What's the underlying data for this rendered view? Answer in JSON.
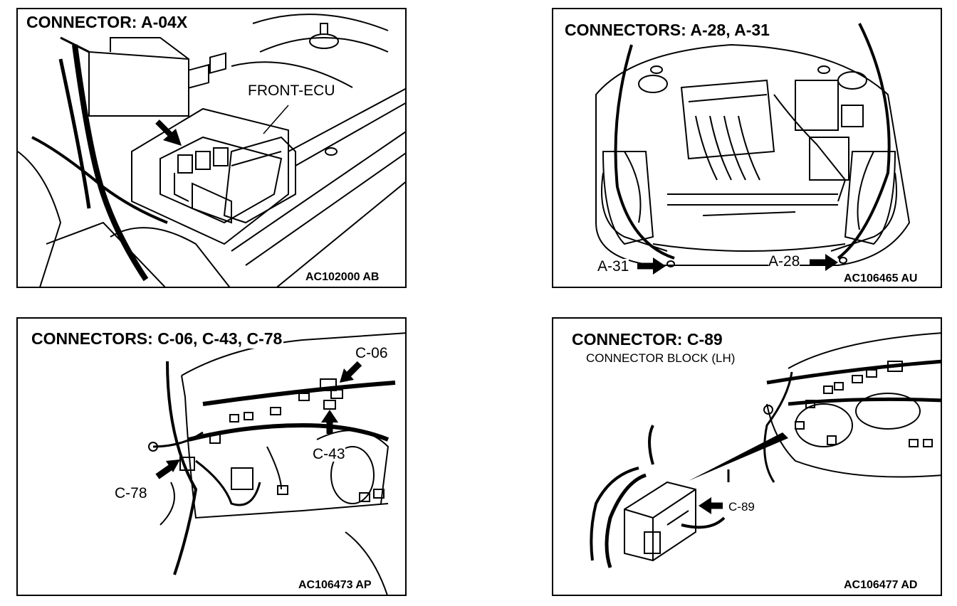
{
  "panels": [
    {
      "title": "CONNECTOR: A-04X",
      "code": "AC102000 AB",
      "callouts": [
        "FRONT-ECU"
      ]
    },
    {
      "title": "CONNECTORS: A-28, A-31",
      "code": "AC106465 AU",
      "callouts": [
        "A-31",
        "A-28"
      ]
    },
    {
      "title": "CONNECTORS: C-06, C-43, C-78",
      "code": "AC106473 AP",
      "callouts": [
        "C-06",
        "C-43",
        "C-78"
      ]
    },
    {
      "title": "CONNECTOR: C-89",
      "subtitle": "CONNECTOR BLOCK (LH)",
      "code": "AC106477 AD",
      "callouts": [
        "C-89"
      ]
    }
  ]
}
